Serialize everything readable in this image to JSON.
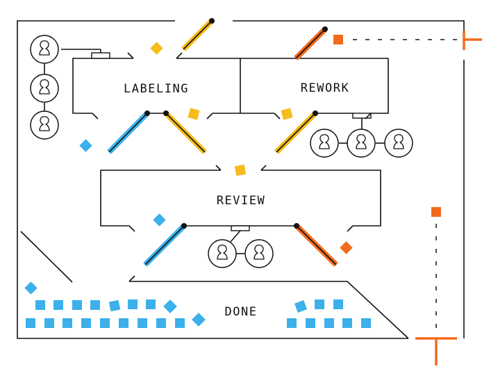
{
  "rooms": {
    "labeling": "LABELING",
    "rework": "REWORK",
    "review": "REVIEW",
    "done": "DONE"
  },
  "colors": {
    "blue": "#3BB0EA",
    "yellow": "#F6BC1C",
    "orange": "#F26B1D",
    "line": "#111111"
  },
  "icons": {
    "worker": "person-icon",
    "task": "task-square-icon",
    "door": "door-icon",
    "terminal": "t-bar-icon"
  }
}
